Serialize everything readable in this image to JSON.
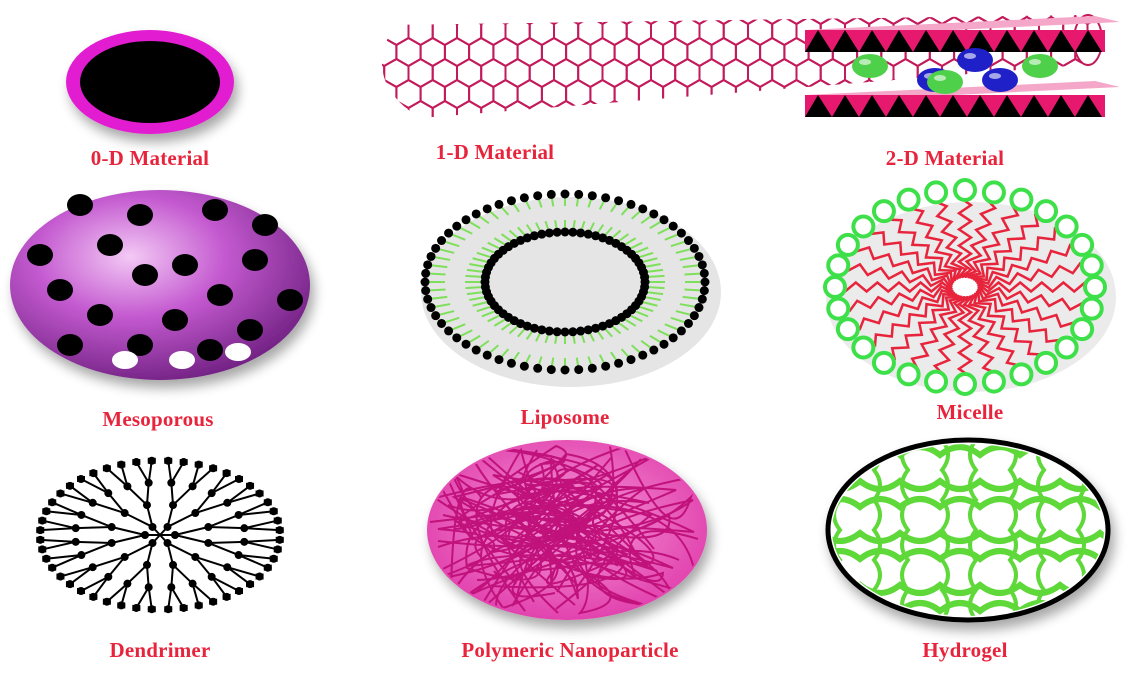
{
  "labels": {
    "zero_d": "0-D Material",
    "one_d": "1-D Material",
    "two_d": "2-D Material",
    "mesoporous": "Mesoporous",
    "liposome": "Liposome",
    "micelle": "Micelle",
    "dendrimer": "Dendrimer",
    "polymeric": "Polymeric Nanoparticle",
    "hydrogel": "Hydrogel"
  },
  "colors": {
    "label": "#e8243c",
    "magenta": "#e21fd0",
    "purple": "#a53ab8",
    "crimson": "#c21a5a",
    "green": "#7ee05a",
    "pink": "#d61a8c",
    "red": "#e8243c",
    "black": "#000000"
  }
}
